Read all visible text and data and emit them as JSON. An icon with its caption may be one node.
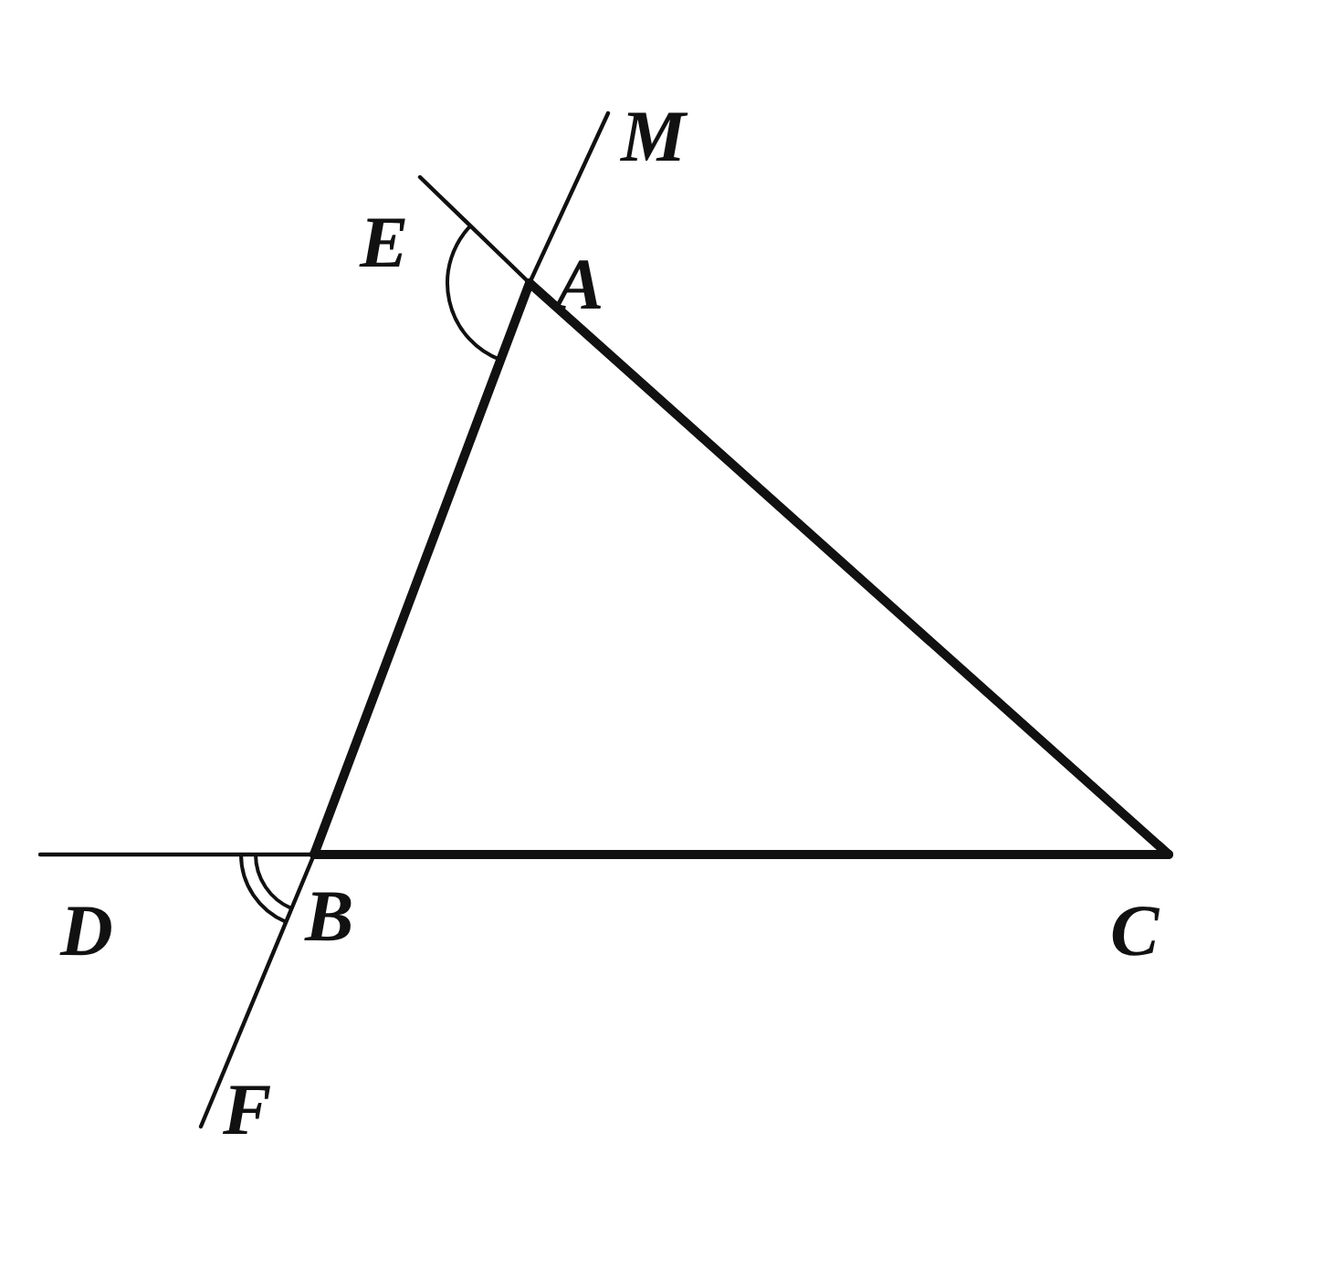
{
  "diagram": {
    "nodes": [
      {
        "text": [
          "M"
        ]
      },
      {
        "text": [
          "E"
        ]
      },
      {
        "text": [
          "A"
        ]
      },
      {
        "text": [
          "D"
        ]
      },
      {
        "text": [
          "B"
        ]
      },
      {
        "text": [
          "C"
        ]
      },
      {
        "text": [
          "F"
        ]
      }
    ],
    "edges": [
      {
        "from": 0,
        "to": 2,
        "arrow": "none"
      },
      {
        "from": 1,
        "to": 2,
        "arrow": "none"
      },
      {
        "from": 2,
        "to": 4,
        "arrow": "none",
        "style": "thick"
      },
      {
        "from": 2,
        "to": 5,
        "arrow": "none",
        "style": "thick"
      },
      {
        "from": 3,
        "to": 4,
        "arrow": "none"
      },
      {
        "from": 4,
        "to": 5,
        "arrow": "none",
        "style": "thick"
      },
      {
        "from": 4,
        "to": 6,
        "arrow": "none"
      }
    ]
  }
}
